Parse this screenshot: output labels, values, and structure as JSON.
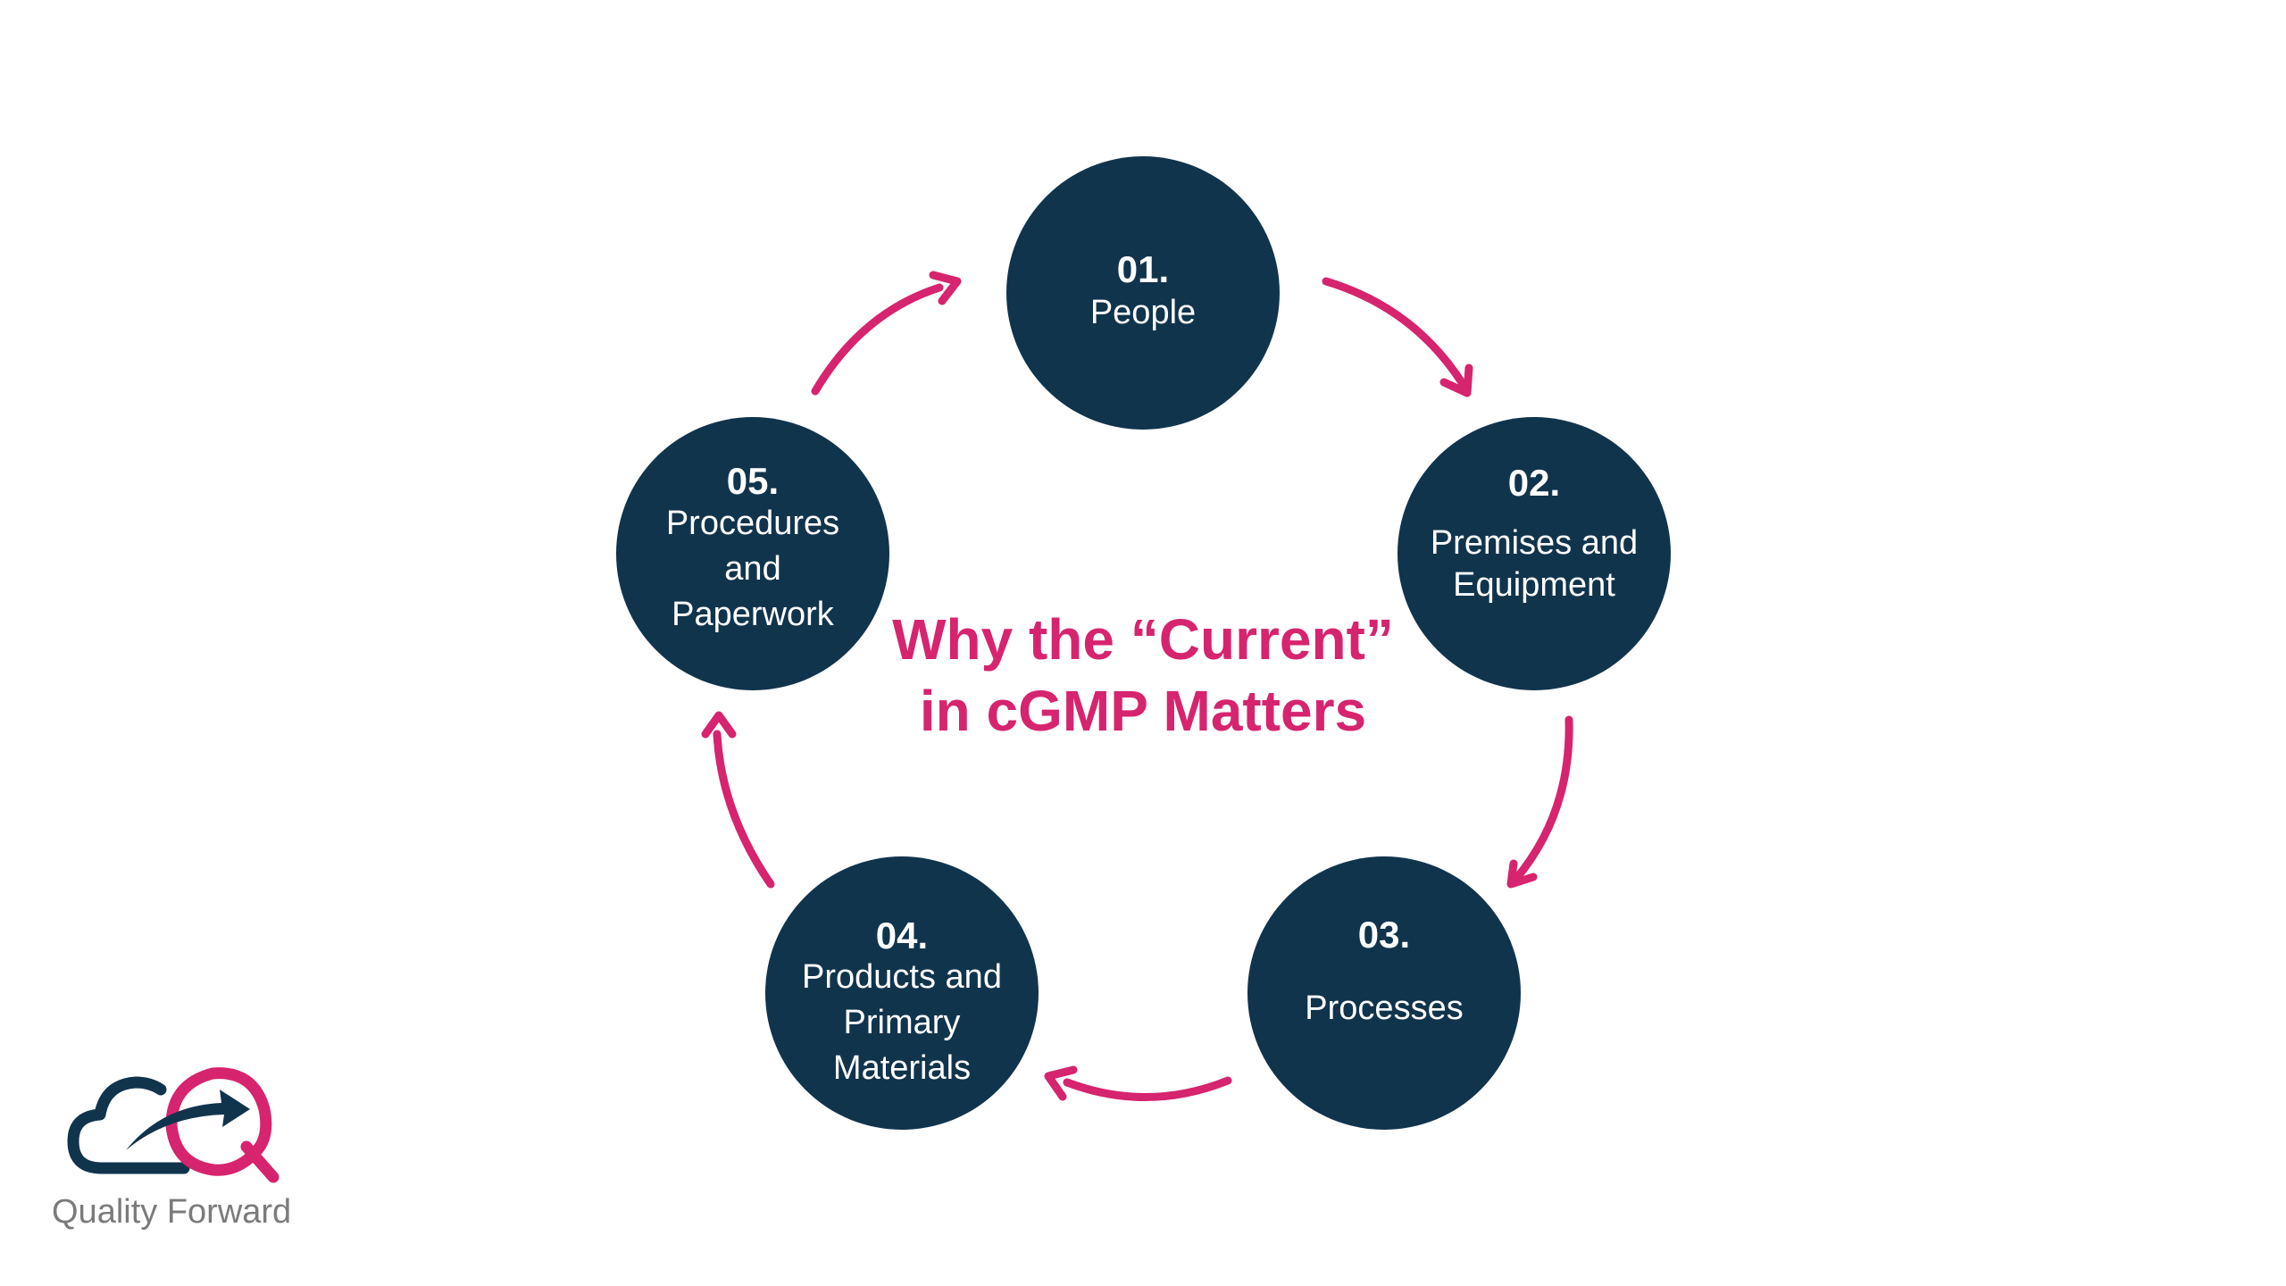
{
  "title": {
    "text": "Why the “Current”\nin cGMP Matters",
    "color": "#d6246e"
  },
  "cycle": {
    "node_color": "#11344d",
    "arrow_color": "#d6246e",
    "nodes": [
      {
        "number": "01.",
        "label": "People"
      },
      {
        "number": "02.",
        "label": "Premises and\nEquipment"
      },
      {
        "number": "03.",
        "label": "Processes"
      },
      {
        "number": "04.",
        "label": "Products and\nPrimary\nMaterials"
      },
      {
        "number": "05.",
        "label": "Procedures\nand\nPaperwork"
      }
    ],
    "arrows": [
      {
        "from": "01.",
        "to": "02.",
        "icon": "curved-arrow-icon"
      },
      {
        "from": "02.",
        "to": "03.",
        "icon": "curved-arrow-icon"
      },
      {
        "from": "03.",
        "to": "04.",
        "icon": "curved-arrow-icon"
      },
      {
        "from": "04.",
        "to": "05.",
        "icon": "curved-arrow-icon"
      },
      {
        "from": "05.",
        "to": "01.",
        "icon": "curved-arrow-icon"
      }
    ]
  },
  "logo": {
    "name": "Quality Forward",
    "icon": "cloud-q-arrow-logo-icon",
    "primary_color": "#11344d",
    "accent_color": "#d6246e",
    "text_color": "#7b7b7b"
  }
}
